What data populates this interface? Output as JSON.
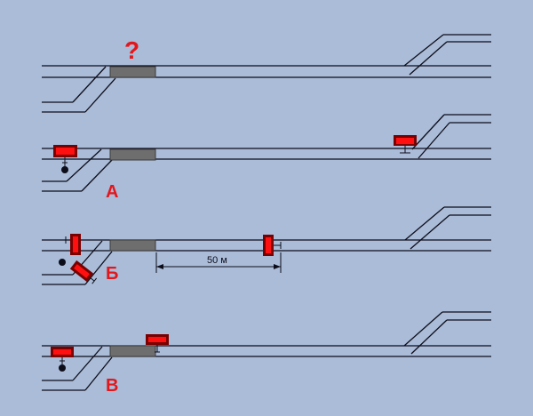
{
  "scene": {
    "question_mark": "?",
    "label_a": "А",
    "label_b": "Б",
    "label_v": "В",
    "distance_label": "50 м"
  },
  "colors": {
    "background": "#aabcd8",
    "rail": "#0d0d1a",
    "wagon": "#6e6e6e",
    "signal_red": "#ff1010",
    "signal_dark": "#7a0000",
    "label_red": "#e3171b"
  }
}
